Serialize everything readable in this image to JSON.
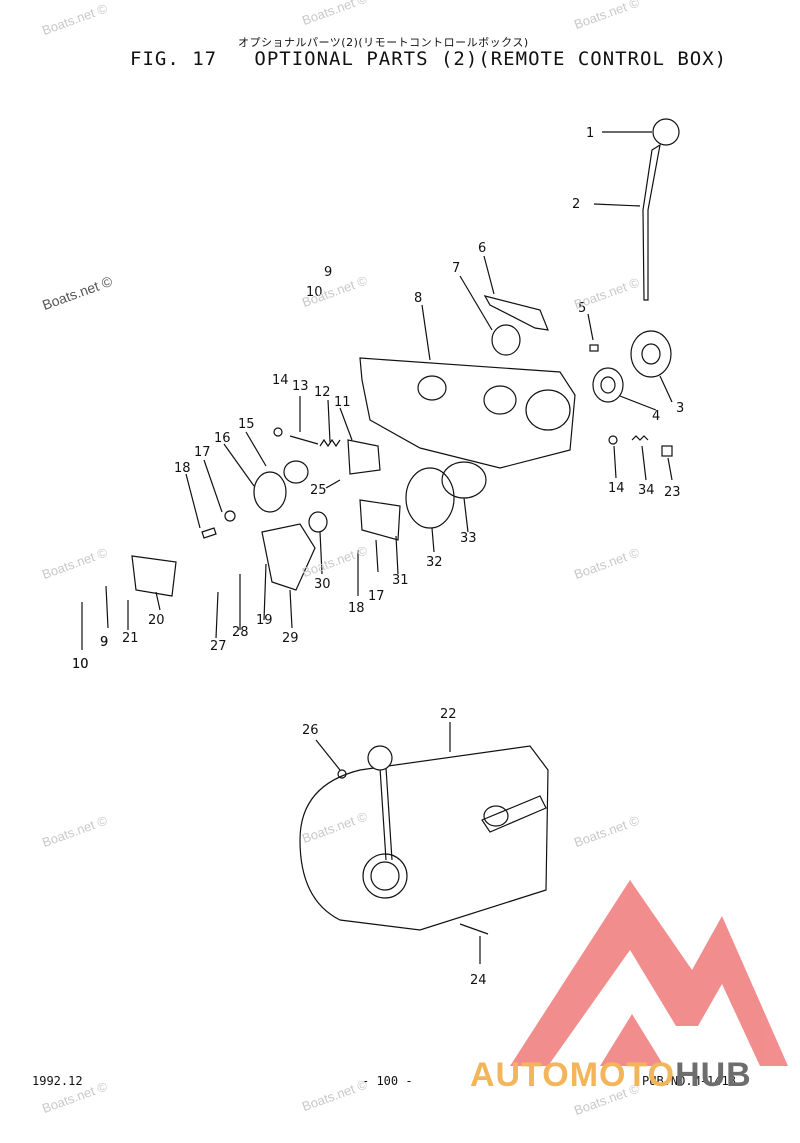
{
  "header": {
    "japanese_title": "オプショナルパーツ(2)(リモートコントロールボックス)",
    "fig_label": "FIG. 17",
    "main_title": "OPTIONAL PARTS (2)(REMOTE CONTROL BOX)"
  },
  "footer": {
    "date": "1992.12",
    "page": "- 100 -",
    "pub_no": "PUB.NO.M-1418"
  },
  "watermark": {
    "text": "Boats.net ©"
  },
  "brand": {
    "part1": "AUTOMOTO",
    "part2": "HUB",
    "accent_color": "#f07a7a"
  },
  "diagram": {
    "callouts": [
      "1",
      "2",
      "3",
      "4",
      "5",
      "6",
      "7",
      "8",
      "9",
      "10",
      "11",
      "12",
      "13",
      "14",
      "15",
      "16",
      "17",
      "18",
      "19",
      "20",
      "21",
      "22",
      "23",
      "24",
      "25",
      "26",
      "27",
      "28",
      "29",
      "30",
      "31",
      "32",
      "33",
      "34",
      "9",
      "10",
      "14",
      "17",
      "18",
      "9",
      "10"
    ]
  }
}
